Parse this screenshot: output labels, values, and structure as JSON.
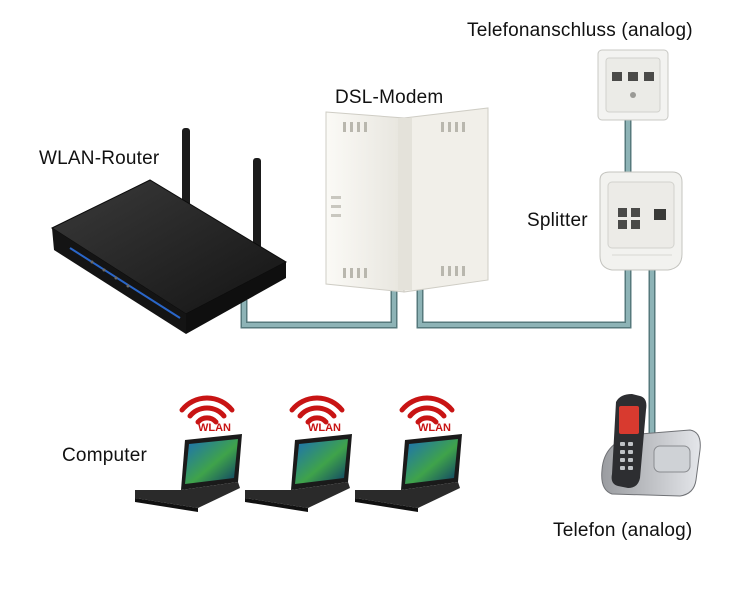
{
  "labels": {
    "telefonanschluss": "Telefonanschluss (analog)",
    "dsl_modem": "DSL-Modem",
    "wlan_router": "WLAN-Router",
    "splitter": "Splitter",
    "computer": "Computer",
    "telefon": "Telefon (analog)"
  },
  "wlan_badges": [
    "WLAN",
    "WLAN",
    "WLAN"
  ],
  "colors": {
    "cable": "#7fa5a8",
    "cable_edge": "#56797c",
    "wlan_red": "#c81414",
    "router_body": "#1f1f1f",
    "modem_body": "#f4f3ee",
    "wall_plate": "#f3f3f1"
  }
}
